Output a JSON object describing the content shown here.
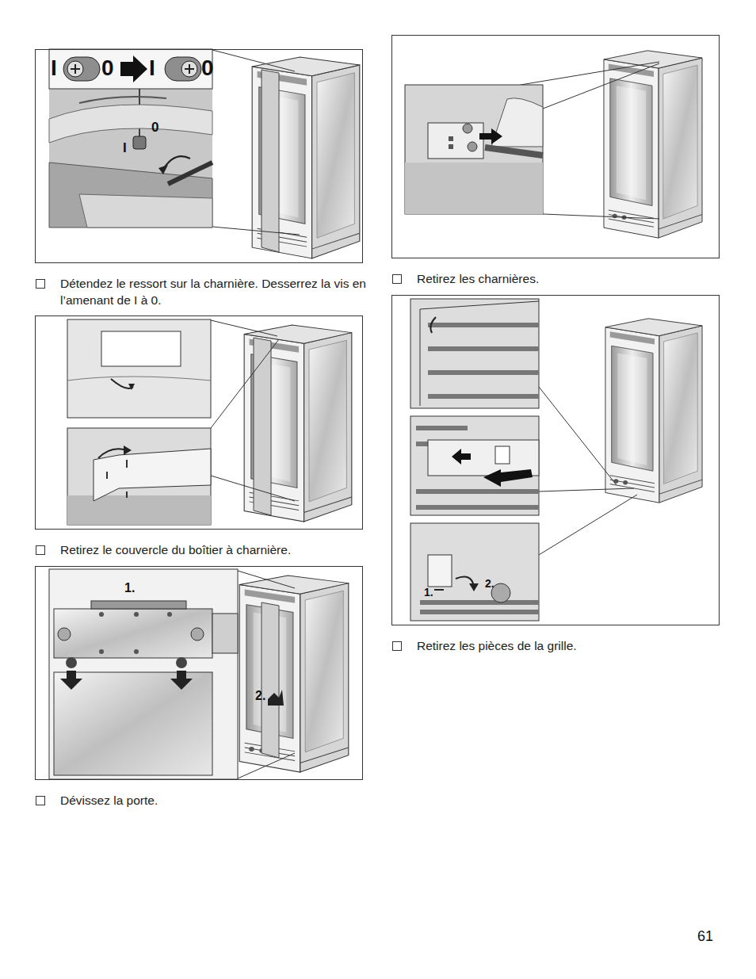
{
  "diagram": {
    "nodes": [
      {
        "text": [
          "Détendez le ressort sur la charnière. Desserrez la vis en l’amenant de I à 0."
        ]
      },
      {
        "text": [
          "Retirez le couvercle du boîtier à charnière."
        ]
      },
      {
        "text": [
          "Dévissez la porte."
        ]
      },
      {
        "text": [
          "Retirez les charnières."
        ]
      },
      {
        "text": [
          "Retirez les pièces de la grille."
        ]
      }
    ],
    "labels": [
      "I",
      "0",
      "I",
      "0",
      "I",
      "0",
      "1.",
      "2.",
      "1.",
      "2.",
      "61"
    ]
  }
}
